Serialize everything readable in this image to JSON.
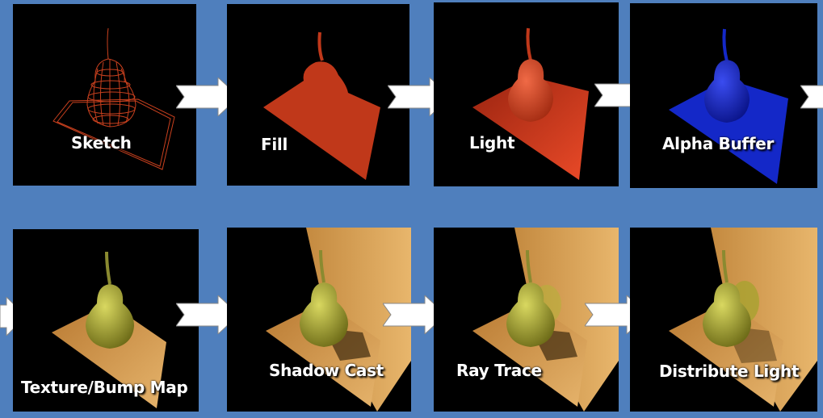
{
  "stages": [
    {
      "label": "Sketch"
    },
    {
      "label": "Fill"
    },
    {
      "label": "Light"
    },
    {
      "label": "Alpha Buffer"
    },
    {
      "label": "Texture/Bump Map"
    },
    {
      "label": "Shadow Cast"
    },
    {
      "label": "Ray Trace"
    },
    {
      "label": "Distribute Light"
    }
  ],
  "colors": {
    "background": "#4f7fbd",
    "panel": "#000000",
    "sketch": "#c8401e",
    "fill": "#c0381a",
    "light": "#e04a28",
    "alpha": "#1428c8",
    "wood": "#d7a25a",
    "pear": "#b5b03a",
    "arrow": "#ffffff"
  },
  "icons": [
    "pear-wireframe",
    "pear-solid",
    "pear-lit",
    "pear-alpha",
    "pear-textured",
    "right-arrow"
  ]
}
